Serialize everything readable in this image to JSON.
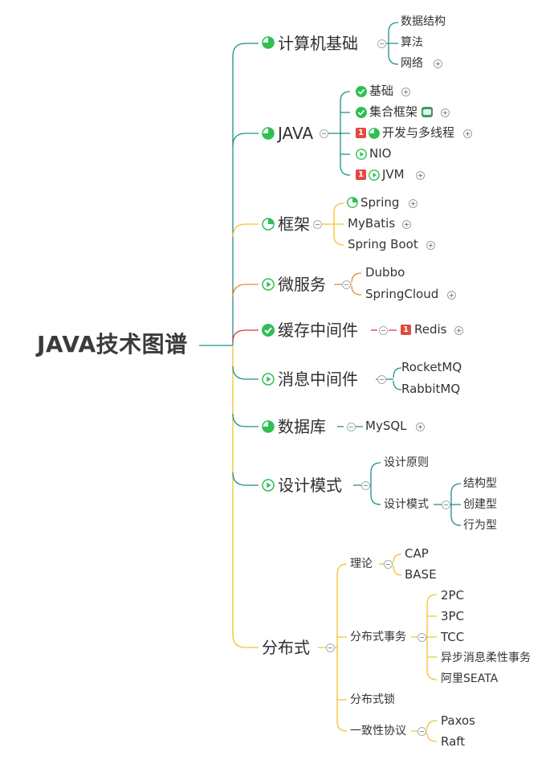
{
  "root": "JAVA技术图谱",
  "colors": {
    "teal": "#1f8f89",
    "yellow": "#f2c230",
    "orange": "#e8892a",
    "red": "#d93636",
    "green": "#2fbf55",
    "badge": "#e04a3f"
  },
  "branches": {
    "cs": {
      "label": "计算机基础",
      "children": [
        "数据结构",
        "算法",
        "网络"
      ]
    },
    "java": {
      "label": "JAVA",
      "children": [
        "基础",
        "集合框架",
        "开发与多线程",
        "NIO",
        "JVM"
      ],
      "badges": [
        "1",
        "1"
      ]
    },
    "framework": {
      "label": "框架",
      "children": [
        "Spring",
        "MyBatis",
        "Spring Boot"
      ]
    },
    "micro": {
      "label": "微服务",
      "children": [
        "Dubbo",
        "SpringCloud"
      ]
    },
    "cache": {
      "label": "缓存中间件",
      "children": [
        "Redis"
      ],
      "badge": "1"
    },
    "mq": {
      "label": "消息中间件",
      "children": [
        "RocketMQ",
        "RabbitMQ"
      ]
    },
    "db": {
      "label": "数据库",
      "children": [
        "MySQL"
      ]
    },
    "design": {
      "label": "设计模式",
      "children": [
        "设计原则",
        "设计模式"
      ],
      "sub": [
        "结构型",
        "创建型",
        "行为型"
      ]
    },
    "dist": {
      "label": "分布式",
      "theory": {
        "label": "理论",
        "children": [
          "CAP",
          "BASE"
        ]
      },
      "tx": {
        "label": "分布式事务",
        "children": [
          "2PC",
          "3PC",
          "TCC",
          "异步消息柔性事务",
          "阿里SEATA"
        ]
      },
      "lock": "分布式锁",
      "consensus": {
        "label": "一致性协议",
        "children": [
          "Paxos",
          "Raft"
        ]
      }
    }
  }
}
